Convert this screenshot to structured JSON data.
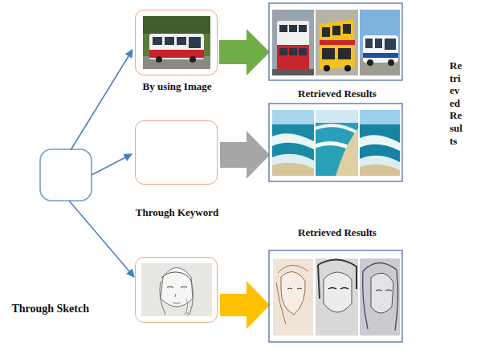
{
  "diagram": {
    "nodes": [
      {
        "text": [
          "By using Image"
        ]
      },
      {
        "text": [
          "Through Keyword"
        ]
      },
      {
        "text": [
          "Through Sketch"
        ]
      }
    ],
    "labels": [
      "Retrieved Results",
      "Retrieved Results",
      "Retrieved Results"
    ]
  }
}
